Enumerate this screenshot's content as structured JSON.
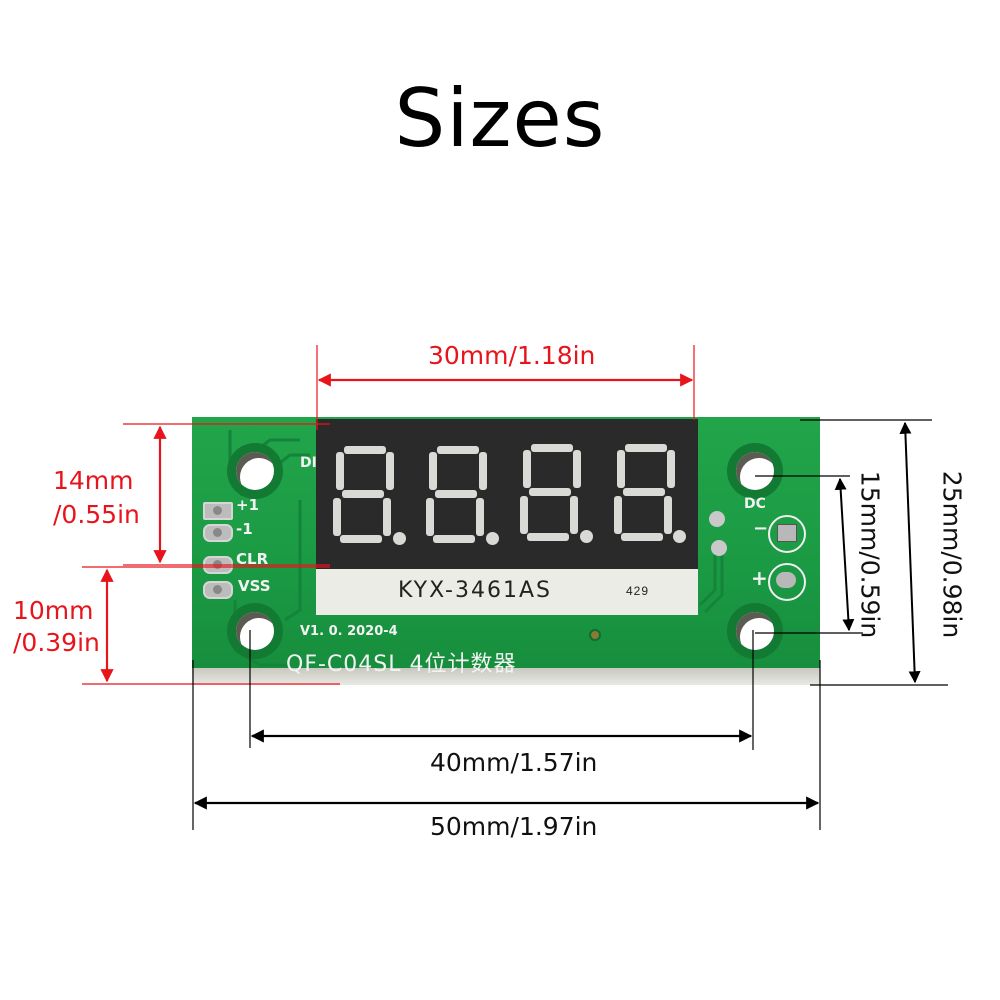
{
  "title": "Sizes",
  "dimensions": {
    "display_width": "30mm/1.18in",
    "display_height_line1": "14mm",
    "display_height_line2": "/0.55in",
    "lower_height_line1": "10mm",
    "lower_height_line2": "/0.39in",
    "hole_spacing_vertical": "15mm/0.59in",
    "board_height": "25mm/0.98in",
    "hole_spacing_horizontal": "40mm/1.57in",
    "board_width": "50mm/1.97in"
  },
  "board": {
    "pins": [
      "+1",
      "-1",
      "CLR",
      "VSS"
    ],
    "dc_label": "DC",
    "minus_label": "−",
    "plus_label": "+",
    "corner_label": "DI",
    "version": "V1. 0. 2020-4",
    "model": "QF-C04SL 4位计数器",
    "display_model": "KYX-3461AS",
    "display_batch": "429"
  },
  "colors": {
    "dimension_red": "#e8141b",
    "dimension_black": "#000000",
    "pcb_green": "#1b9a44",
    "display_black": "#2a2a2a"
  }
}
